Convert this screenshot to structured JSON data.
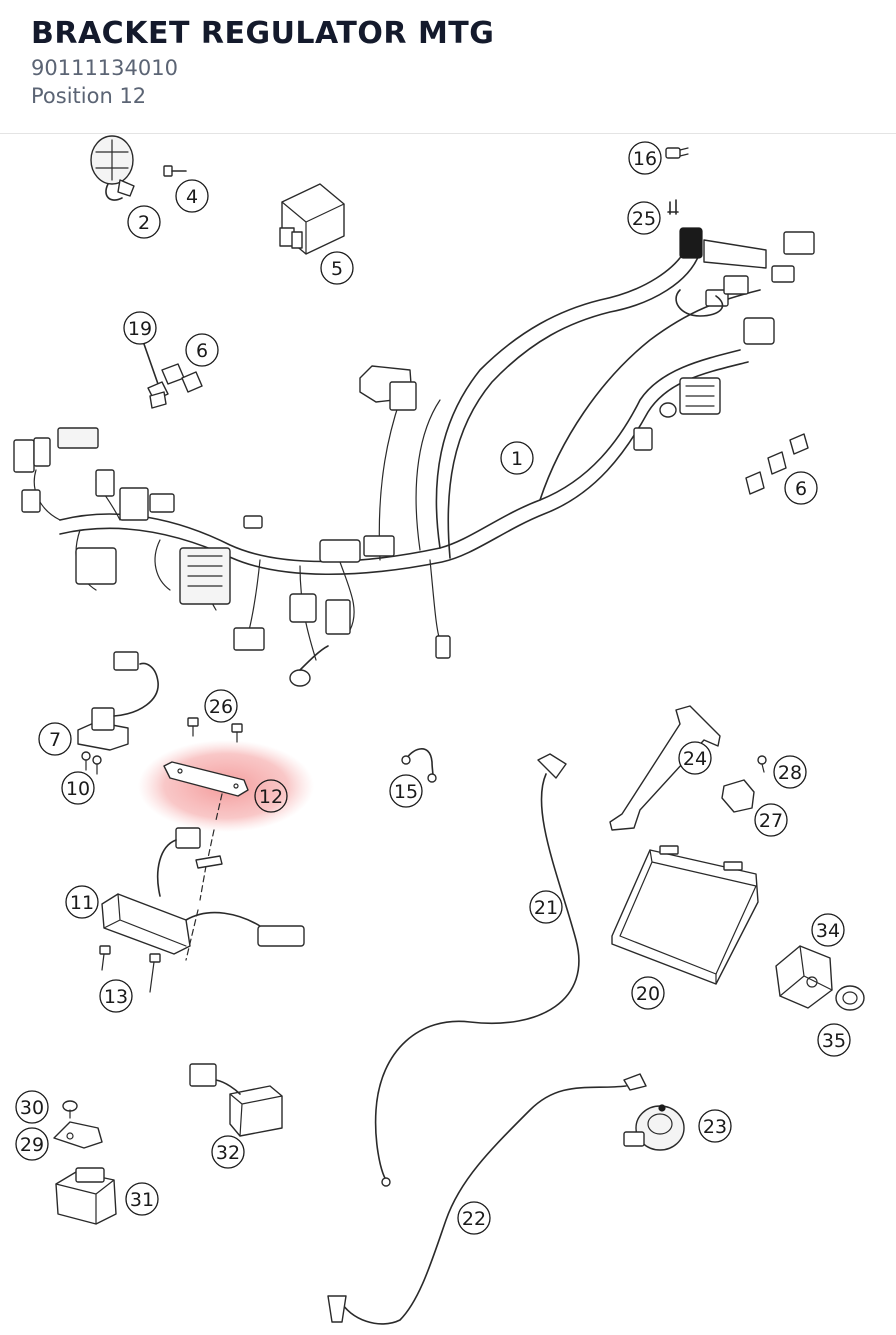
{
  "header": {
    "title": "BRACKET REGULATOR MTG",
    "part_number": "90111134010",
    "position": "Position 12"
  },
  "diagram": {
    "highlight_color": "#f28b8b",
    "highlighted_callout": "12",
    "callouts": {
      "c1": "1",
      "c2": "2",
      "c4": "4",
      "c5": "5",
      "c6a": "6",
      "c6b": "6",
      "c7": "7",
      "c10": "10",
      "c11": "11",
      "c12": "12",
      "c13": "13",
      "c15": "15",
      "c16": "16",
      "c19": "19",
      "c20": "20",
      "c21": "21",
      "c22": "22",
      "c23": "23",
      "c24": "24",
      "c25": "25",
      "c26": "26",
      "c27": "27",
      "c28": "28",
      "c29": "29",
      "c30": "30",
      "c31": "31",
      "c32": "32",
      "c34": "34",
      "c35": "35"
    }
  }
}
